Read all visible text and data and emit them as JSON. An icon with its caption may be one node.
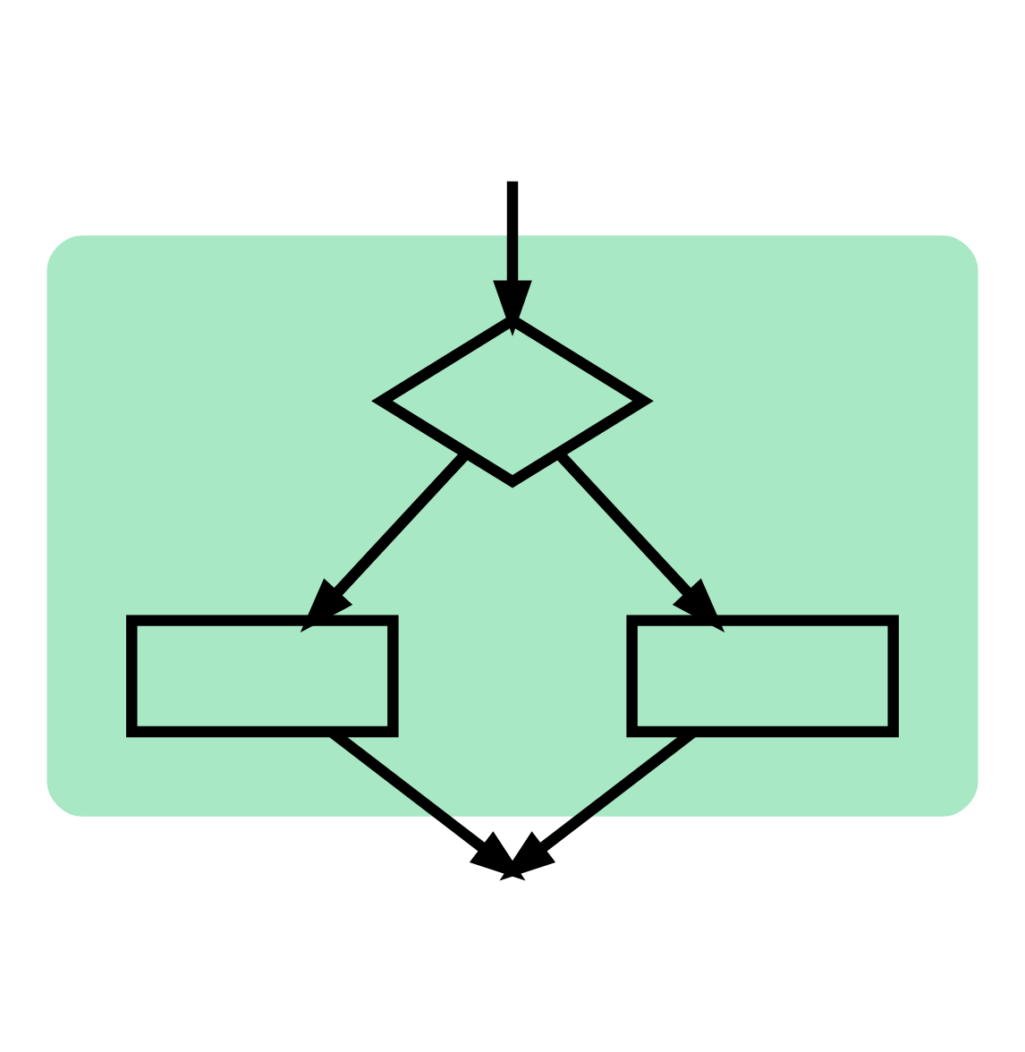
{
  "diagram": {
    "nodes": [
      {
        "text": [],
        "shape": "box"
      },
      {
        "text": [],
        "shape": "diamond",
        "in": 0
      },
      {
        "text": [],
        "shape": "box",
        "in": 0
      },
      {
        "text": [],
        "shape": "box",
        "in": 0
      }
    ],
    "edges": [
      {
        "from": null,
        "to": 1,
        "arrow": "to"
      },
      {
        "from": 1,
        "to": 2,
        "arrow": "to"
      },
      {
        "from": 1,
        "to": 3,
        "arrow": "to"
      },
      {
        "from": 2,
        "to": null,
        "arrow": "to"
      },
      {
        "from": 3,
        "to": null,
        "arrow": "to"
      }
    ]
  }
}
